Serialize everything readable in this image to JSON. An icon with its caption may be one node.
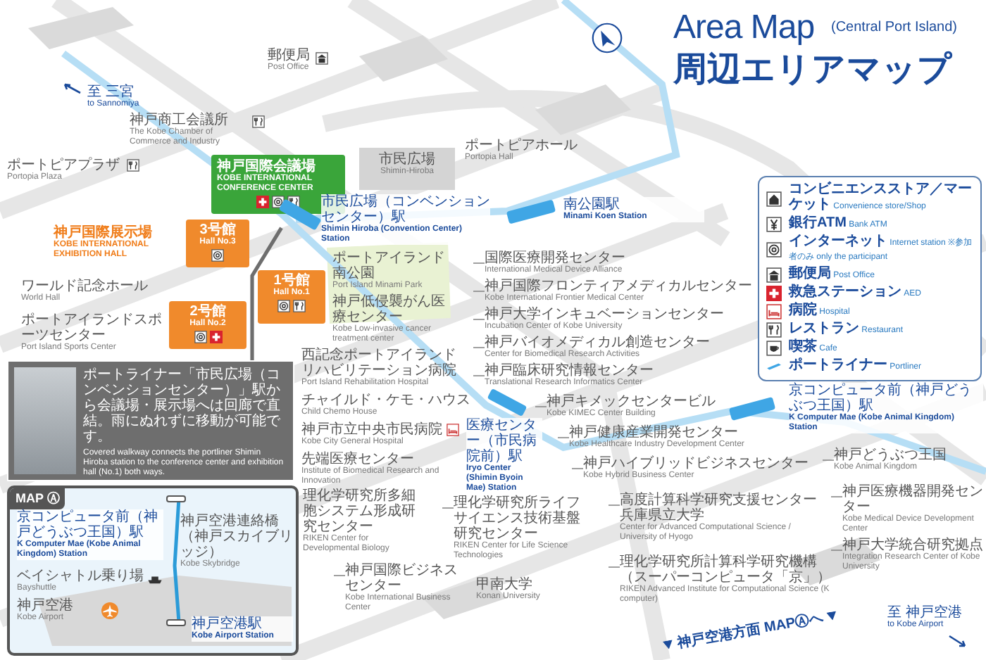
{
  "diagram": {
    "title": "Area Map",
    "nodes": [
      {
        "text": [
          "神戸国際会議場",
          "KOBE INTERNATIONAL CONFERENCE CENTER"
        ]
      },
      {
        "text": [
          "3号館",
          "Hall No.3"
        ]
      },
      {
        "text": [
          "2号館",
          "Hall No.2"
        ]
      },
      {
        "text": [
          "1号館",
          "Hall No.1"
        ]
      },
      {
        "text": [
          "市民広場",
          "Shimin-Hiroba"
        ]
      },
      {
        "text": [],
        "shape": "bar",
        "beside": [
          "市民広場（コンベンションセンター）駅",
          "Shimin Hiroba (Convention Center) Station"
        ]
      },
      {
        "text": [],
        "shape": "bar",
        "beside": [
          "南公園駅",
          "Minami Koen Station"
        ]
      },
      {
        "text": [],
        "shape": "bar",
        "beside": [
          "医療センター（市民病院前）駅",
          "Iryo Center (Shimin Byoin Mae) Station"
        ]
      },
      {
        "text": [],
        "shape": "bar",
        "beside": [
          "京コンピュータ前（神戸どうぶつ王国）駅",
          "K Computer Mae (Kobe Animal Kingdom) Station"
        ]
      },
      {
        "text": [
          "ポートライナー「市民広場（コンベンションセンター）」駅から会議場・展示場へは回廊で直結。雨にぬれずに移動が可能です。",
          "Covered walkway connects the portliner Shimin Hiroba station to the conference center and exhibition hall (No.1) both ways."
        ]
      },
      {
        "text": [
          "MAP Ⓐ"
        ]
      },
      {
        "text": [],
        "shape": "bar",
        "in": 10,
        "beside": [
          "京コンピュータ前（神戸どうぶつ王国）駅",
          "K Computer Mae (Kobe Animal Kingdom) Station"
        ]
      },
      {
        "text": [],
        "shape": "bar",
        "in": 10,
        "beside": [
          "神戸空港駅",
          "Kobe Airport Station"
        ]
      },
      {
        "text": [
          "国際医療開発センター",
          "International Medical Device Alliance"
        ]
      },
      {
        "text": [
          "神戸国際フロンティアメディカルセンター",
          "Kobe International Frontier Medical Center"
        ]
      },
      {
        "text": [
          "神戸大学インキュベーションセンター",
          "Incubation Center of Kobe University"
        ]
      },
      {
        "text": [
          "神戸バイオメディカル創造センター",
          "Center for Biomedical Research Activities"
        ]
      },
      {
        "text": [
          "神戸臨床研究情報センター",
          "Translational Research Informatics Center"
        ]
      },
      {
        "text": [
          "神戸キメックセンタービル",
          "Kobe KIMEC Center Building"
        ]
      },
      {
        "text": [
          "神戸健康産業開発センター",
          "Kobe Healthcare Industry Development Center"
        ]
      },
      {
        "text": [
          "神戸ハイブリッドビジネスセンター",
          "Kobe Hybrid Business Center"
        ]
      },
      {
        "text": [
          "理化学研究所ライフサイエンス技術基盤研究センター",
          "RIKEN Center for Life Science Technologies"
        ]
      },
      {
        "text": [
          "高度計算科学研究支援センター",
          "兵庫県立大学",
          "Center for Advanced Computational Science / University of Hyogo"
        ]
      },
      {
        "text": [
          "神戸大学統合研究拠点",
          "Integration Research Center of Kobe University"
        ]
      },
      {
        "text": [
          "神戸どうぶつ王国",
          "Kobe Animal Kingdom"
        ]
      },
      {
        "text": [
          "神戸医療機器開発センター",
          "Kobe Medical Device Development Center"
        ]
      },
      {
        "text": [
          "理化学研究所計算科学研究機構（スーパーコンピュータ「京」）",
          "RIKEN Advanced Institute for Computational Science (K computer)"
        ]
      },
      {
        "text": [
          "神戸国際ビジネスセンター",
          "Kobe International Business Center"
        ]
      }
    ],
    "edges": [
      {
        "from": 9,
        "to": 5,
        "arrow": "none",
        "style": "thick"
      },
      {
        "from": 13,
        "to": null,
        "arrow": "none"
      },
      {
        "from": 14,
        "to": null,
        "arrow": "none"
      },
      {
        "from": 15,
        "to": null,
        "arrow": "none"
      },
      {
        "from": 16,
        "to": null,
        "arrow": "none"
      },
      {
        "from": 17,
        "to": null,
        "arrow": "none"
      },
      {
        "from": 18,
        "to": null,
        "arrow": "none"
      },
      {
        "from": 19,
        "to": null,
        "arrow": "none"
      },
      {
        "from": 20,
        "to": null,
        "arrow": "none"
      },
      {
        "from": 21,
        "to": null,
        "arrow": "none"
      },
      {
        "from": 22,
        "to": null,
        "arrow": "none"
      },
      {
        "from": 23,
        "to": null,
        "arrow": "none"
      },
      {
        "from": 24,
        "to": null,
        "arrow": "none"
      },
      {
        "from": 25,
        "to": null,
        "arrow": "none"
      },
      {
        "from": 26,
        "to": null,
        "arrow": "none"
      },
      {
        "from": 27,
        "to": null,
        "arrow": "none"
      }
    ],
    "labels": [
      "(Central Port Island)",
      "周辺エリアマップ",
      "至 三宮",
      "to Sannomiya",
      "郵便局",
      "Post Office",
      "神戸商工会議所",
      "The Kobe Chamber of Commerce and Industry",
      "ポートピアプラザ",
      "Portopia Plaza",
      "ポートピアホール",
      "Portopia Hall",
      "神戸国際展示場",
      "KOBE INTERNATIONAL EXHIBITION HALL",
      "ワールド記念ホール",
      "World Hall",
      "ポートアイランドスポーツセンター",
      "Port Island Sports Center",
      "ポートアイランド南公園",
      "Port Island Minami Park",
      "神戸低侵襲がん医療センター",
      "Kobe Low-invasive cancer treatment center",
      "西記念ポートアイランドリハビリテーション病院",
      "Port Island Rehabilitation Hospital",
      "チャイルド・ケモ・ハウス",
      "Child Chemo House",
      "神戸市立中央市民病院",
      "Kobe City General Hospital",
      "先端医療センター",
      "Institute of Biomedical Research and Innovation",
      "理化学研究所多細胞システム形成研究センター",
      "RIKEN Center for Developmental Biology",
      "甲南大学",
      "Konan University",
      "至 神戸空港",
      "to Kobe Airport",
      "神戸空港方面 MAPⒶへ",
      "ベイシャトル乗り場",
      "Bayshuttle",
      "神戸空港",
      "Kobe Airport",
      "神戸空港連絡橋（神戸スカイブリッジ）",
      "Kobe Skybridge"
    ],
    "legend": [
      {
        "text": "**コンビニエンスストア／マーケット** Convenience store/Shop"
      },
      {
        "text": "**銀行ATM** Bank ATM"
      },
      {
        "text": "**インターネット** Internet station ※参加者のみ only the participant"
      },
      {
        "text": "**郵便局** Post Office"
      },
      {
        "text": "**救急ステーション** AED"
      },
      {
        "text": "**病院** Hospital"
      },
      {
        "text": "**レストラン** Restaurant"
      },
      {
        "text": "**喫茶** Cafe"
      },
      {
        "text": "**ポートライナー** Portliner"
      }
    ]
  }
}
